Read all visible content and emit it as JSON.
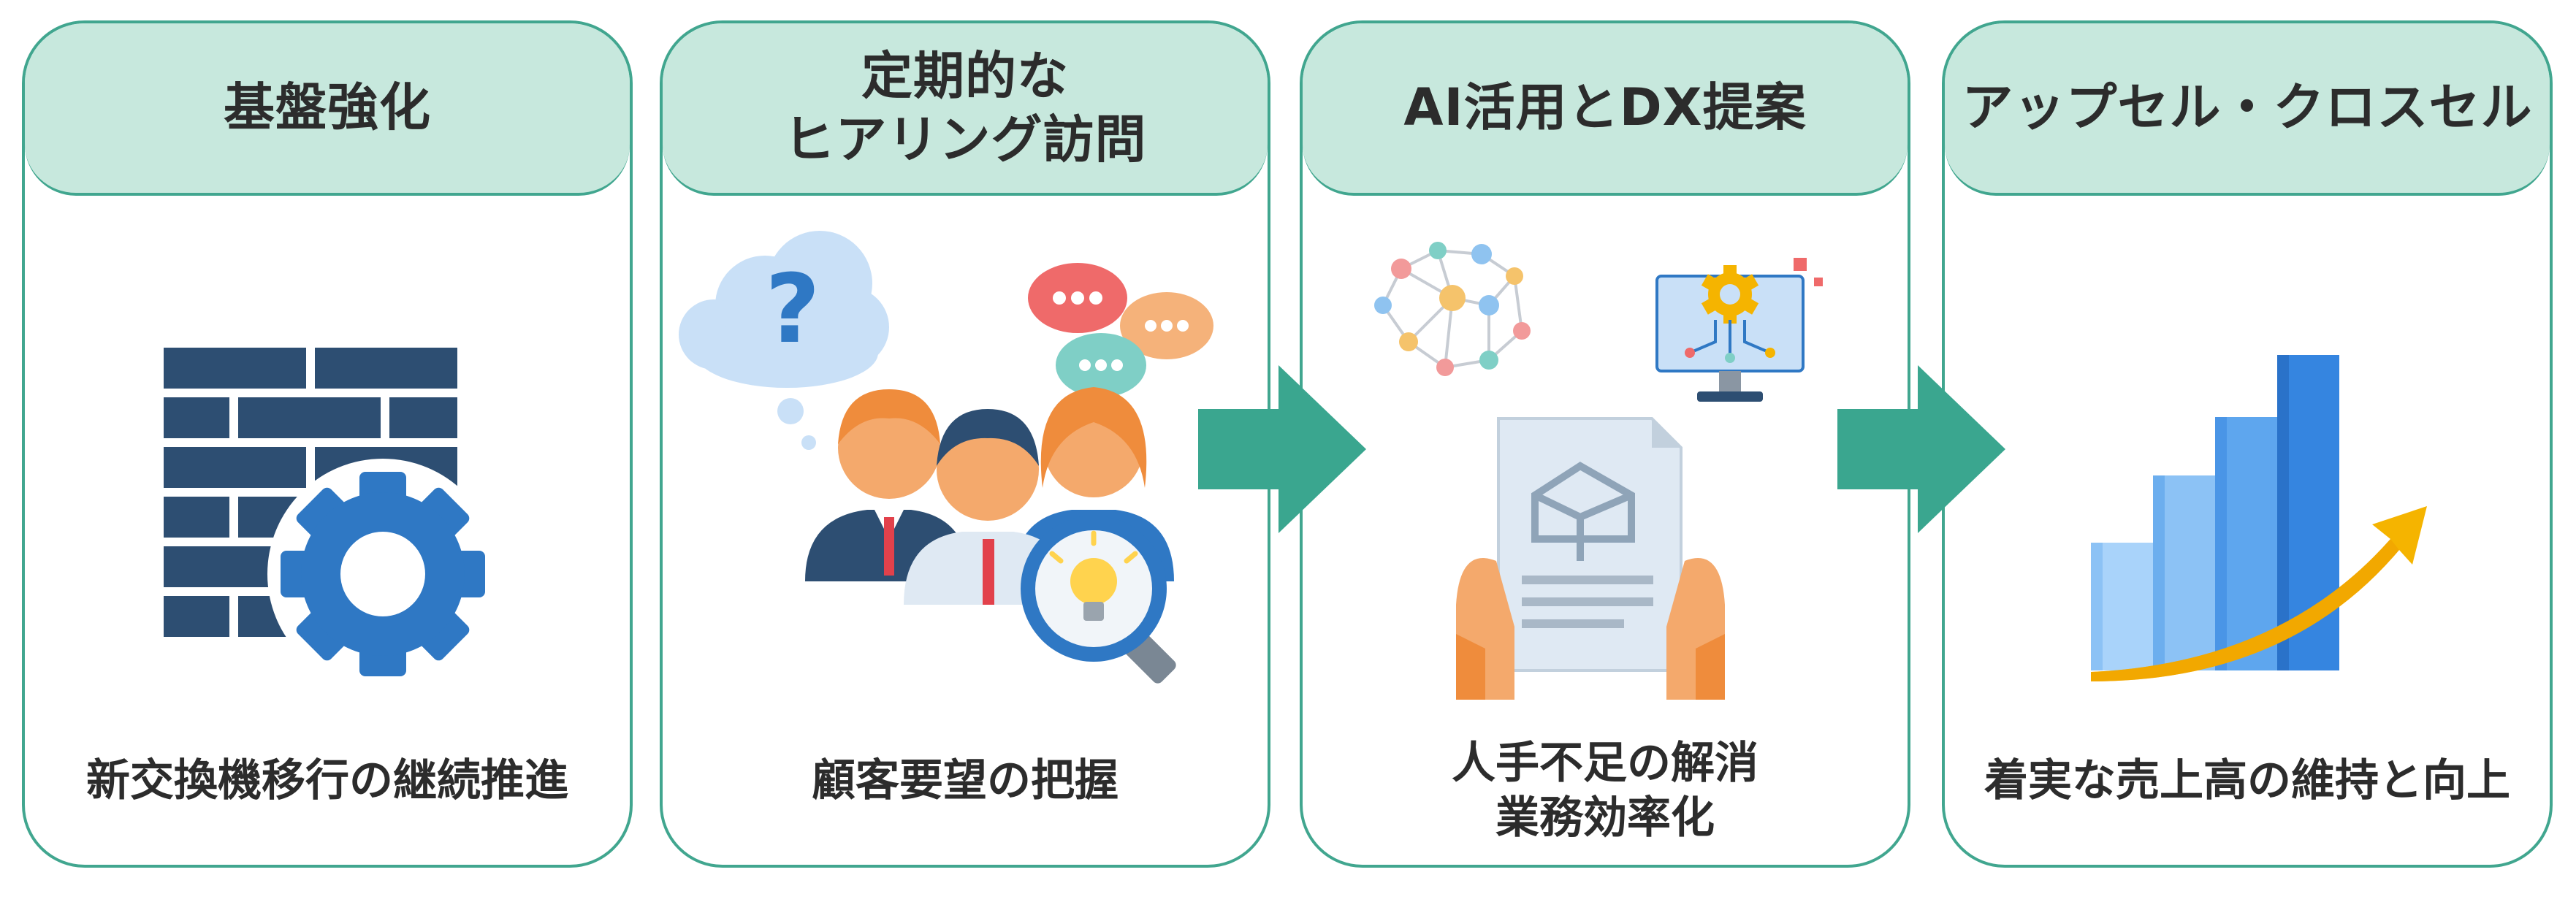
{
  "steps": [
    {
      "title": "基盤強化",
      "caption": "新交換機移行の継続推進",
      "icon": "brick-wall-gear-icon"
    },
    {
      "title": "定期的な\nヒアリング訪問",
      "caption": "顧客要望の把握",
      "icon": "customer-interview-icon"
    },
    {
      "title": "AI活用とDX提案",
      "caption": "人手不足の解消\n業務効率化",
      "icon": "ai-document-icon"
    },
    {
      "title": "アップセル・クロスセル",
      "caption": "着実な売上高の維持と向上",
      "icon": "growth-chart-icon"
    }
  ],
  "colors": {
    "border": "#41a68f",
    "header_bg": "#c7e8dd",
    "arrow": "#3aa68f",
    "text": "#2c2c2c"
  }
}
